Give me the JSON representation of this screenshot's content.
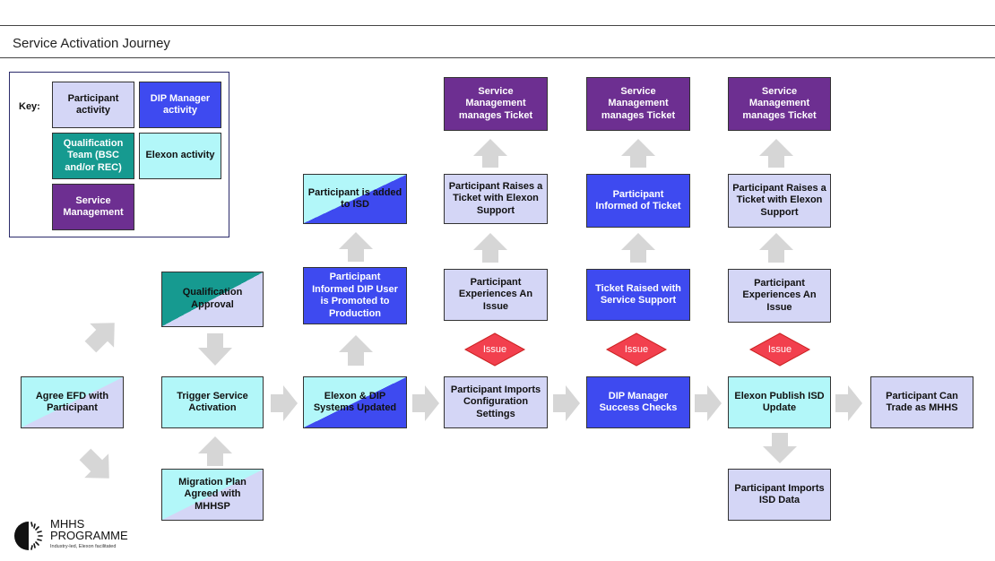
{
  "page": {
    "title": "Service Activation Journey"
  },
  "key": {
    "label": "Key:",
    "participant": "Participant activity",
    "dip": "DIP Manager activity",
    "qualification": "Qualification Team (BSC and/or REC)",
    "elexon": "Elexon activity",
    "service": "Service Management"
  },
  "flow": {
    "agree_efd": "Agree EFD with Participant",
    "qualification_approval": "Qualification Approval",
    "trigger_activation": "Trigger Service Activation",
    "migration_plan": "Migration Plan Agreed with MHHSP",
    "systems_updated": "Elexon & DIP Systems Updated",
    "informed_promoted": "Participant Informed DIP User is Promoted to Production",
    "added_isd": "Participant is added to ISD",
    "imports_config": "Participant Imports Configuration Settings",
    "experiences_issue_1": "Participant Experiences An Issue",
    "raises_ticket_1": "Participant Raises a Ticket with Elexon Support",
    "service_mgmt_1": "Service Management manages Ticket",
    "success_checks": "DIP Manager Success Checks",
    "ticket_raised": "Ticket Raised with Service Support",
    "informed_ticket": "Participant Informed of Ticket",
    "service_mgmt_2": "Service Management manages Ticket",
    "publish_isd": "Elexon Publish ISD Update",
    "experiences_issue_2": "Participant Experiences An Issue",
    "raises_ticket_2": "Participant Raises a Ticket with Elexon Support",
    "service_mgmt_3": "Service Management manages Ticket",
    "imports_isd": "Participant Imports ISD Data",
    "trade_mhhs": "Participant Can Trade as MHHS",
    "issue_1": "Issue",
    "issue_2": "Issue",
    "issue_3": "Issue"
  },
  "logo": {
    "title_line1": "MHHS",
    "title_line2": "PROGRAMME",
    "subtitle": "Industry-led, Elexon facilitated"
  },
  "colors": {
    "participant": "#d4d6f6",
    "dip_manager": "#3e4af0",
    "qualification": "#169a90",
    "elexon": "#b2f7f9",
    "service_management": "#6d2f91",
    "issue": "#f2404e",
    "arrow": "#d6d6d6"
  }
}
